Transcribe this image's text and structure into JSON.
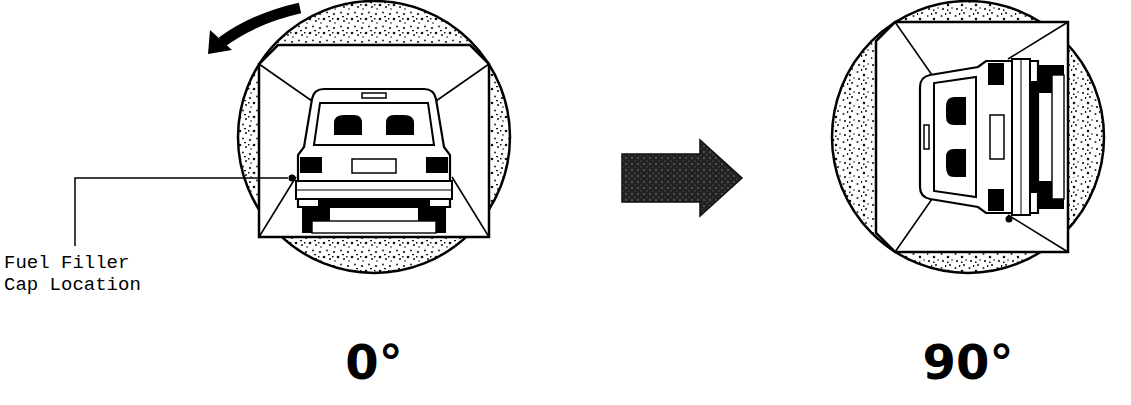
{
  "diagram": {
    "labels": [
      "Fuel Filler Cap Location",
      "0°",
      "90°"
    ]
  }
}
